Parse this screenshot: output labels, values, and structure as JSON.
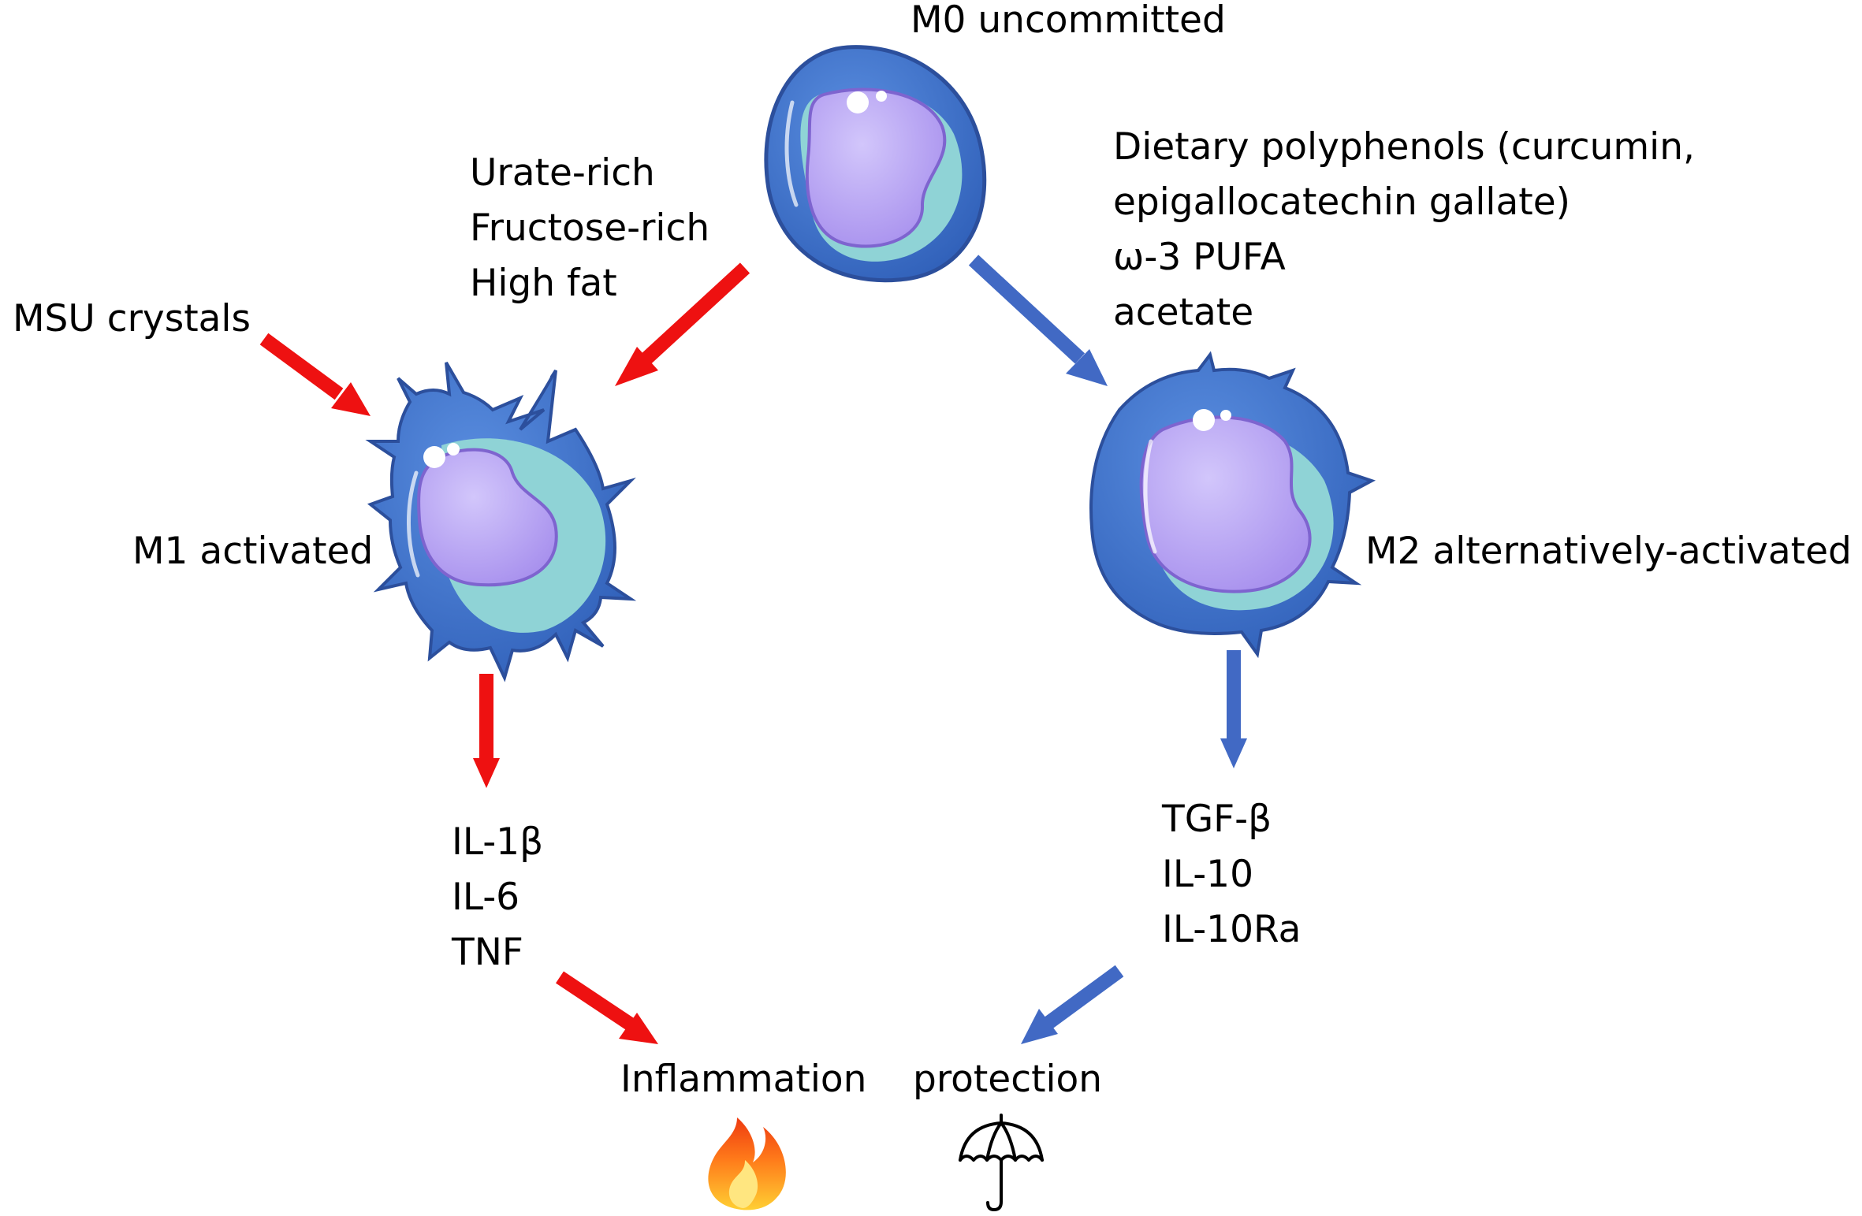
{
  "title": "",
  "states": {
    "m0": "M0 uncommitted",
    "m1": "M1 activated",
    "m2": "M2 alternatively-activated"
  },
  "m1_stimuli": {
    "msu": "MSU crystals",
    "diet": [
      "Urate-rich",
      "Fructose-rich",
      "High fat"
    ]
  },
  "m2_stimuli": [
    "Dietary polyphenols (curcumin,",
    "epigallocatechin gallate)",
    "ω-3 PUFA",
    "acetate"
  ],
  "m1_cytokines": [
    "IL-1β",
    "IL-6",
    "TNF"
  ],
  "m2_cytokines": [
    "TGF-β",
    "IL-10",
    "IL-10Ra"
  ],
  "outcomes": {
    "inflammation": "Inflammation",
    "protection": "protection",
    "inflammation_icon": "fire-icon",
    "protection_icon": "umbrella-icon"
  },
  "colors": {
    "pro_inflammatory_arrow": "#ee1111",
    "anti_inflammatory_arrow": "#4169c4",
    "cell_membrane": "#3f6fc8",
    "cell_nucleus": "#b6a3f2",
    "cell_rim": "#8fd3d6"
  }
}
